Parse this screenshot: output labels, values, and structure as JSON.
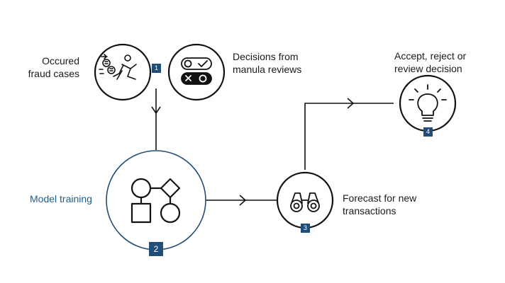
{
  "nodes": {
    "fraud_cases": {
      "label_lines": [
        "Occured",
        "fraud cases"
      ],
      "icon": "fraud-runner-icon",
      "badge": "1"
    },
    "manual_reviews": {
      "label_lines": [
        "Decisions from",
        "manula reviews"
      ],
      "icon": "review-toggle-icon"
    },
    "model_training": {
      "label": "Model training",
      "icon": "shapes-model-icon",
      "badge": "2"
    },
    "forecast": {
      "label_lines": [
        "Forecast for new",
        "transactions"
      ],
      "icon": "binoculars-icon",
      "badge": "3"
    },
    "decision": {
      "label_lines": [
        "Accept, reject or",
        "review decision"
      ],
      "icon": "lightbulb-icon",
      "badge": "4"
    }
  },
  "colors": {
    "stroke": "#111111",
    "badge_bg": "#1f4e79",
    "badge_text": "#ffffff",
    "training_ring": "#1f4e79",
    "training_label": "#1f5f8b",
    "text": "#1a1a1a"
  }
}
